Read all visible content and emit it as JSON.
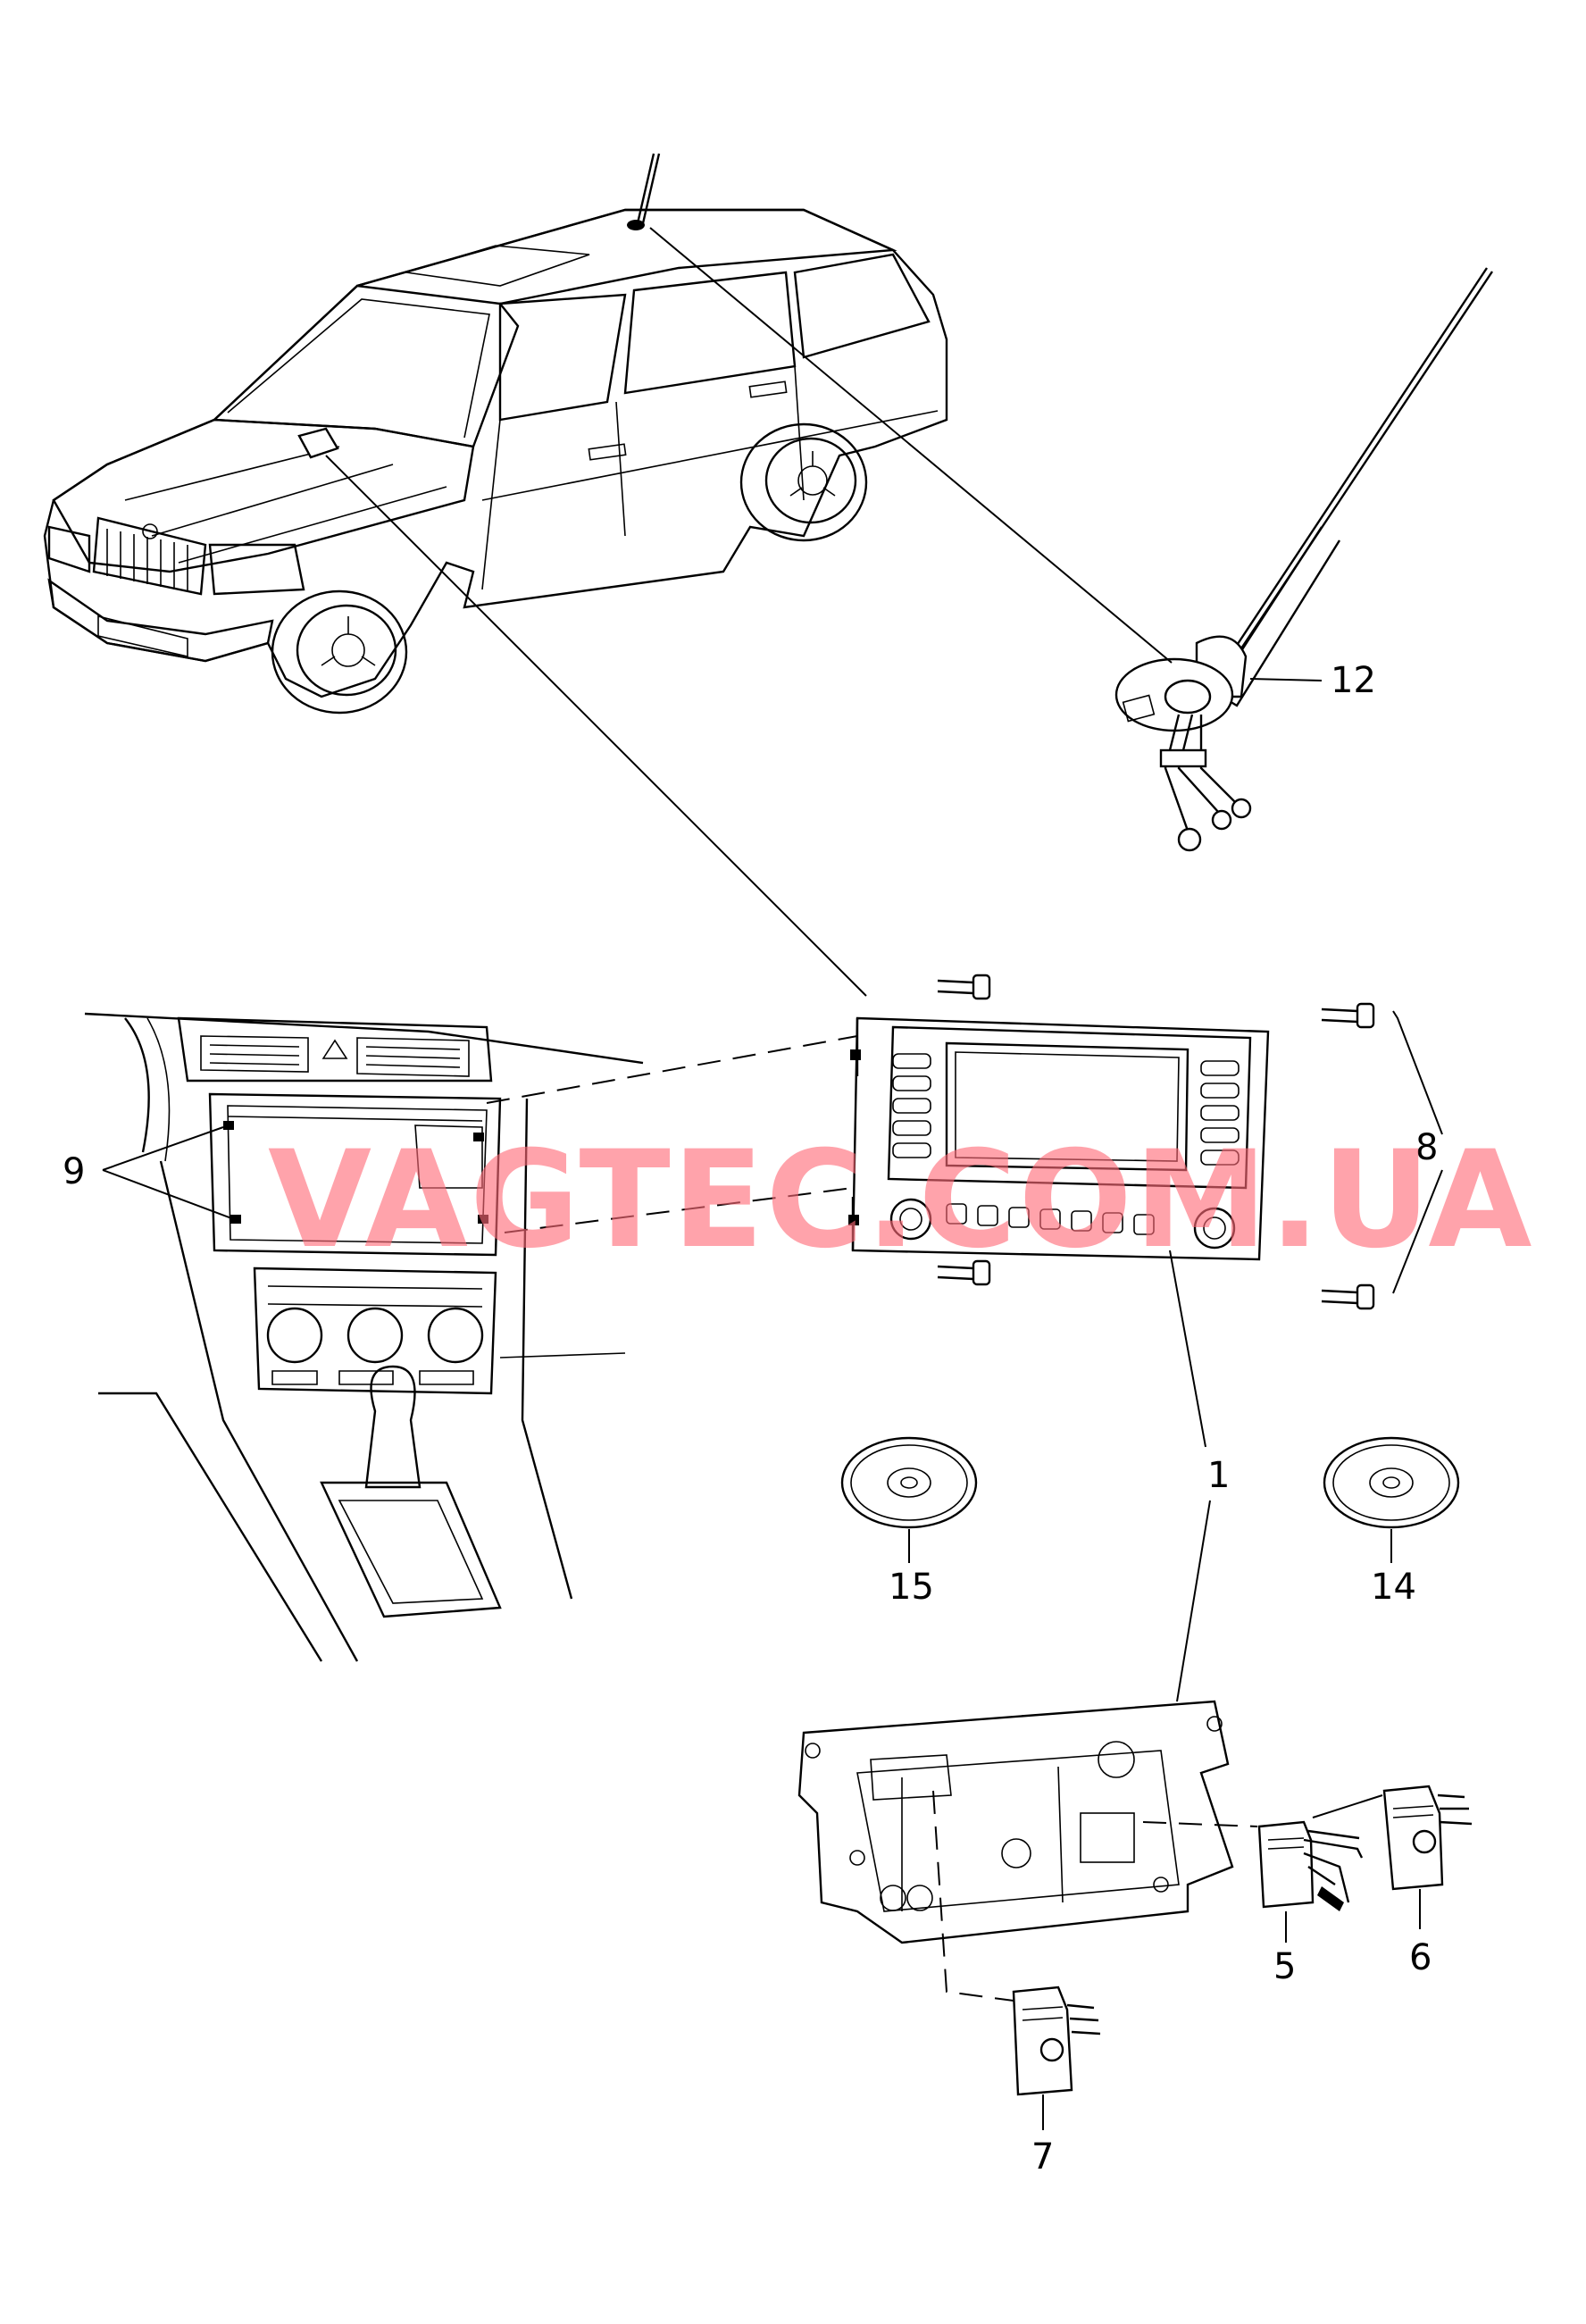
{
  "watermark": "VAGTEC.COM.UA",
  "callouts": {
    "c1": "1",
    "c5": "5",
    "c6": "6",
    "c7": "7",
    "c8": "8",
    "c9": "9",
    "c12": "12",
    "c14": "14",
    "c15": "15"
  }
}
